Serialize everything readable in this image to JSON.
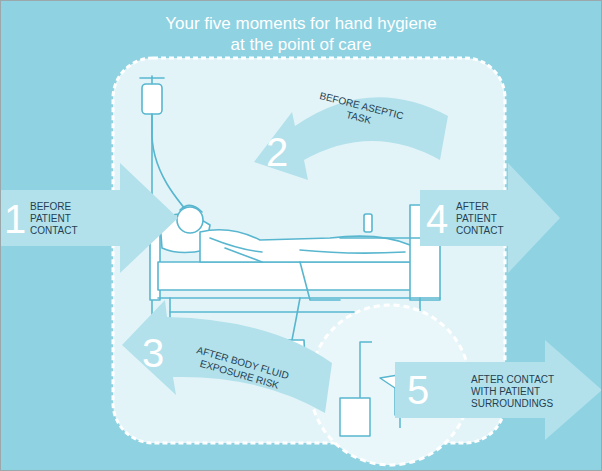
{
  "diagram": {
    "title": "Your five moments for hand hygiene at the point of care",
    "nodes": [
      {
        "text": [
          "1",
          "BEFORE PATIENT CONTACT"
        ]
      },
      {
        "text": [
          "2",
          "BEFORE ASEPTIC TASK"
        ]
      },
      {
        "text": [
          "3",
          "AFTER BODY FLUID EXPOSURE RISK"
        ]
      },
      {
        "text": [
          "4",
          "AFTER PATIENT CONTACT"
        ]
      },
      {
        "text": [
          "5",
          "AFTER CONTACT WITH PATIENT SURROUNDINGS"
        ]
      }
    ]
  }
}
